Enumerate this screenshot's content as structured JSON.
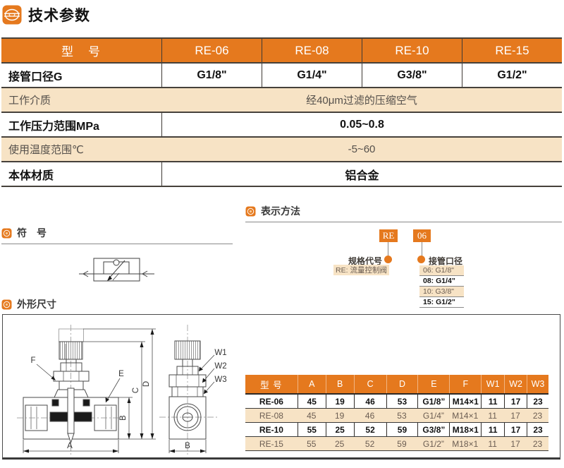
{
  "colors": {
    "accent_orange": "#E5791E",
    "peach_fill": "#F7E3C5",
    "rule_dark": "#46413B",
    "muted_text": "#6B5D52"
  },
  "page": {
    "title": "技术参数"
  },
  "spec_table": {
    "header": {
      "col0": "型　号",
      "cols": [
        "RE-06",
        "RE-08",
        "RE-10",
        "RE-15"
      ]
    },
    "row_port": {
      "label": "接管口径G",
      "values": [
        "G1/8\"",
        "G1/4\"",
        "G3/8\"",
        "G1/2\""
      ]
    },
    "row_medium": {
      "label": "工作介质",
      "value": "经40μm过滤的压缩空气"
    },
    "row_pressure": {
      "label": "工作压力范围MPa",
      "value": "0.05~0.8"
    },
    "row_temp": {
      "label": "使用温度范围℃",
      "value": "-5~60"
    },
    "row_material": {
      "label": "本体材质",
      "value": "铝合金"
    }
  },
  "symbol_section": {
    "title": "符　号"
  },
  "notation_section": {
    "title": "表示方法",
    "code_left": "RE",
    "code_right": "06",
    "spec_code_label": "规格代号",
    "spec_code_desc": "RE: 流量控制阀",
    "port_label": "接管口径",
    "port_items": [
      "06: G1/8\"",
      "08: G1/4\"",
      "10: G3/8\"",
      "15: G1/2\""
    ]
  },
  "dimensions_section": {
    "title": "外形尺寸",
    "drawing_labels": {
      "F": "F",
      "E": "E",
      "A": "A",
      "B": "B",
      "C": "C",
      "D": "D",
      "W1": "W1",
      "W2": "W2",
      "W3": "W3",
      "B2": "B"
    },
    "table": {
      "headers": [
        "型 号",
        "A",
        "B",
        "C",
        "D",
        "E",
        "F",
        "W1",
        "W2",
        "W3"
      ],
      "rows": [
        [
          "RE-06",
          "45",
          "19",
          "46",
          "53",
          "G1/8”",
          "M14×1",
          "11",
          "17",
          "23"
        ],
        [
          "RE-08",
          "45",
          "19",
          "46",
          "53",
          "G1/4”",
          "M14×1",
          "11",
          "17",
          "23"
        ],
        [
          "RE-10",
          "55",
          "25",
          "52",
          "59",
          "G3/8”",
          "M18×1",
          "11",
          "17",
          "23"
        ],
        [
          "RE-15",
          "55",
          "25",
          "52",
          "59",
          "G1/2”",
          "M18×1",
          "11",
          "17",
          "23"
        ]
      ]
    }
  }
}
